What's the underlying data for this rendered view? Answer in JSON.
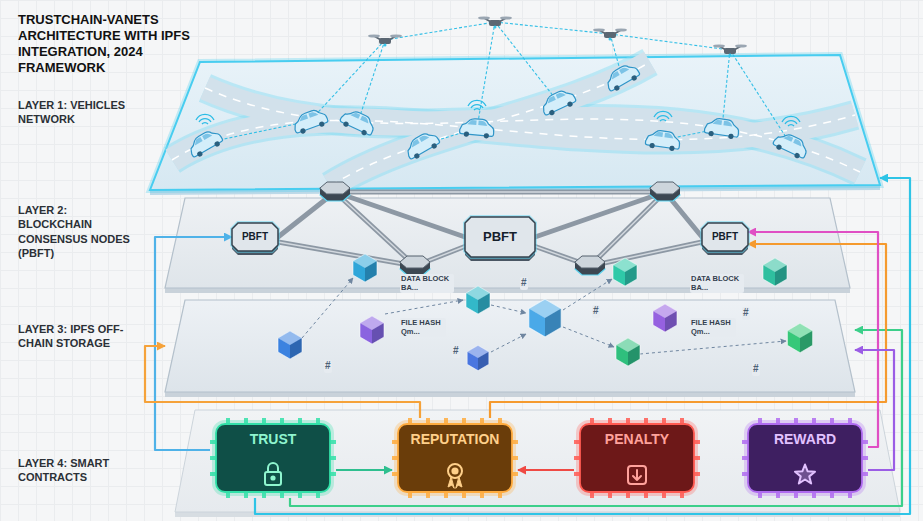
{
  "diagram": {
    "title": "TRUSTCHAIN-VANETS ARCHITECTURE WITH IPFS INTEGRATION, 2024 FRAMEWORK",
    "nodes": [
      {
        "text": [
          "LAYER 1: VEHICLES NETWORK"
        ]
      },
      {
        "text": [
          "LAYER 2: BLOCKCHAIN CONSENSUS NODES (PBFT)"
        ]
      },
      {
        "text": [
          "PBFT"
        ],
        "in": 1
      },
      {
        "text": [
          "PBFT"
        ],
        "in": 1
      },
      {
        "text": [
          "PBFT"
        ],
        "in": 1
      },
      {
        "text": [
          "LAYER 3: IPFS OFF-CHAIN STORAGE"
        ]
      },
      {
        "text": [
          "LAYER 4: SMART CONTRACTS"
        ]
      },
      {
        "text": [
          "TRUST"
        ],
        "in": 6
      },
      {
        "text": [
          "REPUTATION"
        ],
        "in": 6
      },
      {
        "text": [
          "PENALTY"
        ],
        "in": 6
      },
      {
        "text": [
          "REWARD"
        ],
        "in": 6
      }
    ],
    "edges": [
      {
        "from": 2,
        "to": 3,
        "arrow": "none"
      },
      {
        "from": 3,
        "to": 4,
        "arrow": "none"
      },
      {
        "from": 7,
        "to": 2,
        "arrow": "to"
      },
      {
        "from": 8,
        "to": 5,
        "arrow": "to"
      },
      {
        "from": 7,
        "to": 0,
        "arrow": "to"
      },
      {
        "from": 7,
        "to": 5,
        "arrow": "to"
      },
      {
        "from": 8,
        "to": 4,
        "arrow": "to"
      },
      {
        "from": 10,
        "to": 4,
        "arrow": "to"
      },
      {
        "from": 10,
        "to": 5,
        "arrow": "to"
      },
      {
        "from": 7,
        "to": 8,
        "arrow": "to"
      },
      {
        "from": 9,
        "to": 8,
        "arrow": "to"
      }
    ],
    "labels": [
      "DATA BLOCK BA...",
      "FILE HASH Qm...",
      "#",
      "#",
      "#",
      "DATA BLOCK BA...",
      "FILE HASH Qm...",
      "#",
      "#",
      "#"
    ]
  }
}
